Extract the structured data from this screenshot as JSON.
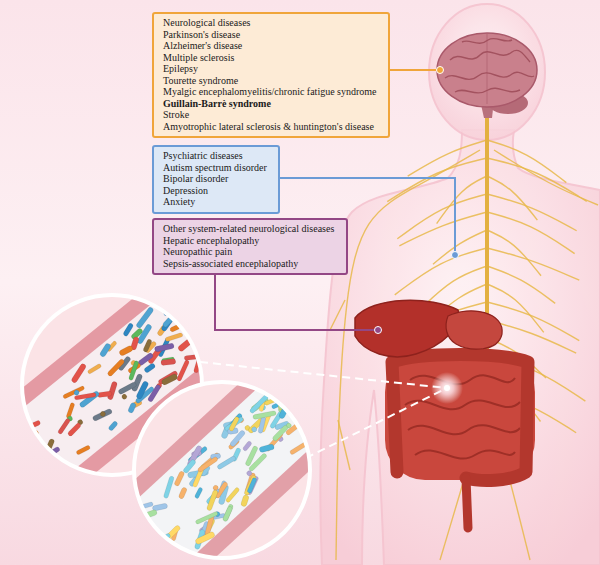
{
  "diagram": {
    "nodes": [
      {
        "text": [
          "Neurological diseases",
          "Parkinson's disease",
          "Alzheimer's disease",
          "Multiple sclerosis",
          "Epilepsy",
          "Tourette syndrome",
          "Myalgic encephalomyelitis/chronic fatigue syndrome",
          "Guillain-Barrè syndrome",
          "Stroke",
          "Amyotrophic lateral sclerosis & huntington's disease"
        ]
      },
      {
        "text": [
          "Psychiatric diseases",
          "Autism spectrum disorder",
          "Bipolar disorder",
          "Depression",
          "Anxiety"
        ]
      },
      {
        "text": [
          "Other system-related neurological diseases",
          "Hepatic encephalopathy",
          "Neuropathic pain",
          "Sepsis-associated encephalopathy"
        ]
      }
    ]
  }
}
